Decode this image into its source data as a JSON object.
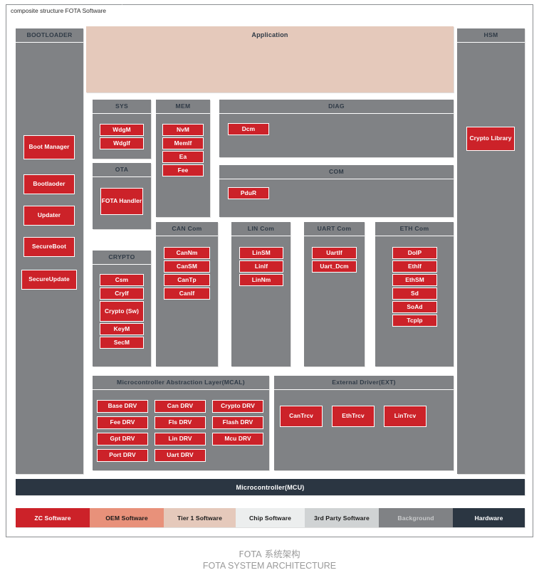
{
  "diagram": {
    "frame_tab_label": "composite structure FOTA Software",
    "caption_cn": "FOTA 系统架构",
    "caption_en": "FOTA SYSTEM ARCHITECTURE"
  },
  "colors": {
    "zc_software": "#cc2229",
    "oem_software": "#e8917a",
    "tier1_software": "#e5c9bb",
    "chip_software": "#eceeee",
    "third_party_software": "#d0d3d4",
    "background": "#808285",
    "hardware": "#2b3642"
  },
  "application": {
    "label": "Application"
  },
  "bootloader": {
    "title": "BOOTLOADER",
    "items": [
      {
        "label": "Boot Manager"
      },
      {
        "label": "Bootlaoder"
      },
      {
        "label": "Updater"
      },
      {
        "label": "SecureBoot"
      },
      {
        "label": "SecureUpdate"
      }
    ]
  },
  "hsm": {
    "title": "HSM",
    "items": [
      {
        "label": "Crypto Library"
      }
    ]
  },
  "sys": {
    "title": "SYS",
    "items": [
      {
        "label": "WdgM"
      },
      {
        "label": "WdgIf"
      }
    ]
  },
  "ota": {
    "title": "OTA",
    "items": [
      {
        "label": "FOTA Handler"
      }
    ]
  },
  "crypto": {
    "title": "CRYPTO",
    "items": [
      {
        "label": "Csm"
      },
      {
        "label": "CryIf"
      },
      {
        "label": "Crypto (Sw)"
      },
      {
        "label": "KeyM"
      },
      {
        "label": "SecM"
      }
    ]
  },
  "mem": {
    "title": "MEM",
    "items": [
      {
        "label": "NvM"
      },
      {
        "label": "MemIf"
      },
      {
        "label": "Ea"
      },
      {
        "label": "Fee"
      }
    ]
  },
  "diag": {
    "title": "DIAG",
    "items": [
      {
        "label": "Dcm"
      }
    ]
  },
  "com": {
    "title": "COM",
    "items": [
      {
        "label": "PduR"
      }
    ]
  },
  "can_com": {
    "title": "CAN Com",
    "items": [
      {
        "label": "CanNm"
      },
      {
        "label": "CanSM"
      },
      {
        "label": "CanTp"
      },
      {
        "label": "CanIf"
      }
    ]
  },
  "lin_com": {
    "title": "LIN Com",
    "items": [
      {
        "label": "LinSM"
      },
      {
        "label": "LinIf"
      },
      {
        "label": "LinNm"
      }
    ]
  },
  "uart_com": {
    "title": "UART Com",
    "items": [
      {
        "label": "UartIf"
      },
      {
        "label": "Uart_Dcm"
      }
    ]
  },
  "eth_com": {
    "title": "ETH Com",
    "items": [
      {
        "label": "DoIP"
      },
      {
        "label": "EthIf"
      },
      {
        "label": "EthSM"
      },
      {
        "label": "Sd"
      },
      {
        "label": "SoAd"
      },
      {
        "label": "TcpIp"
      }
    ]
  },
  "mcal": {
    "title": "Microcontroller Abstraction Layer(MCAL)",
    "items": [
      {
        "label": "Base DRV"
      },
      {
        "label": "Can DRV"
      },
      {
        "label": "Crypto DRV"
      },
      {
        "label": "Fee DRV"
      },
      {
        "label": "Fls DRV"
      },
      {
        "label": "Flash DRV"
      },
      {
        "label": "Gpt DRV"
      },
      {
        "label": "Lin DRV"
      },
      {
        "label": "Mcu DRV"
      },
      {
        "label": "Port DRV"
      },
      {
        "label": "Uart DRV"
      }
    ]
  },
  "ext": {
    "title": "External Driver(EXT)",
    "items": [
      {
        "label": "CanTrcv"
      },
      {
        "label": "EthTrcv"
      },
      {
        "label": "LinTrcv"
      }
    ]
  },
  "mcu": {
    "label": "Microcontroller(MCU)"
  },
  "legend": {
    "items": [
      {
        "label": "ZC Software",
        "bg": "#cc2229",
        "fg": "#ffffff",
        "w": 104
      },
      {
        "label": "OEM Software",
        "bg": "#e8917a",
        "fg": "#1a1a1a",
        "w": 104
      },
      {
        "label": "Tier 1 Software",
        "bg": "#e5c9bb",
        "fg": "#1a1a1a",
        "w": 101
      },
      {
        "label": "Chip Software",
        "bg": "#eceeee",
        "fg": "#1a1a1a",
        "w": 97
      },
      {
        "label": "3rd Party Software",
        "bg": "#d0d3d4",
        "fg": "#1a1a1a",
        "w": 104
      },
      {
        "label": "Background",
        "bg": "#808285",
        "fg": "#c8cacb",
        "w": 104
      },
      {
        "label": "Hardware",
        "bg": "#2b3642",
        "fg": "#ffffff",
        "w": 101
      }
    ]
  }
}
